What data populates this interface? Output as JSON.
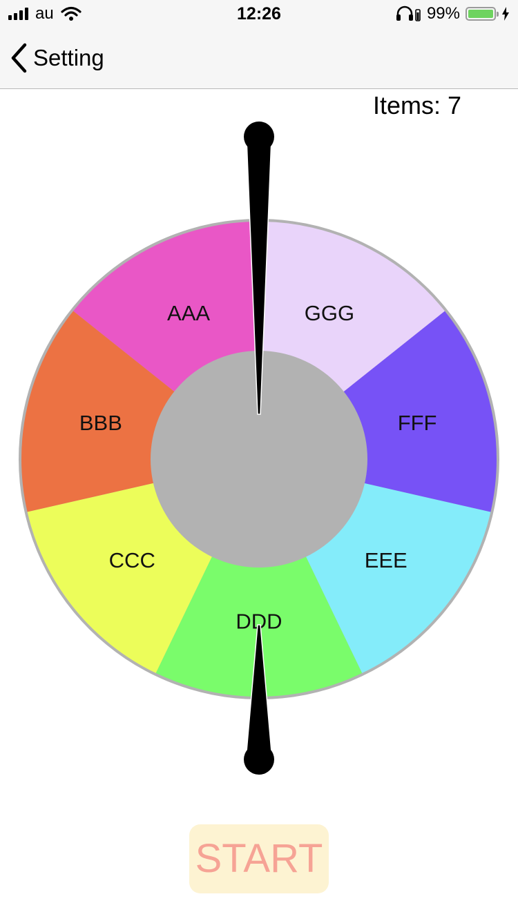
{
  "status_bar": {
    "carrier": "au",
    "time": "12:26",
    "battery_percent": "99%",
    "battery_level": 0.99,
    "icons": [
      "signal-icon",
      "wifi-icon",
      "headphones-icon",
      "battery-icon",
      "charging-icon"
    ]
  },
  "nav": {
    "back_label": "Setting",
    "back_icon": "chevron-left-icon"
  },
  "roulette": {
    "items_label": "Items: 7",
    "item_count": 7,
    "segments": [
      {
        "label": "AAA",
        "color": "#e957c6"
      },
      {
        "label": "BBB",
        "color": "#ec7243"
      },
      {
        "label": "CCC",
        "color": "#ecfd5a"
      },
      {
        "label": "DDD",
        "color": "#7afc6b"
      },
      {
        "label": "EEE",
        "color": "#84ecfa"
      },
      {
        "label": "FFF",
        "color": "#7752f6"
      },
      {
        "label": "GGG",
        "color": "#e9d4fa"
      }
    ],
    "rim_color": "#b2b2b2",
    "hub_color": "#b2b2b2",
    "pointer_color": "#000000"
  },
  "start_button": {
    "label": "START",
    "background": "#fdf3d2",
    "text_color": "#f6a395"
  }
}
